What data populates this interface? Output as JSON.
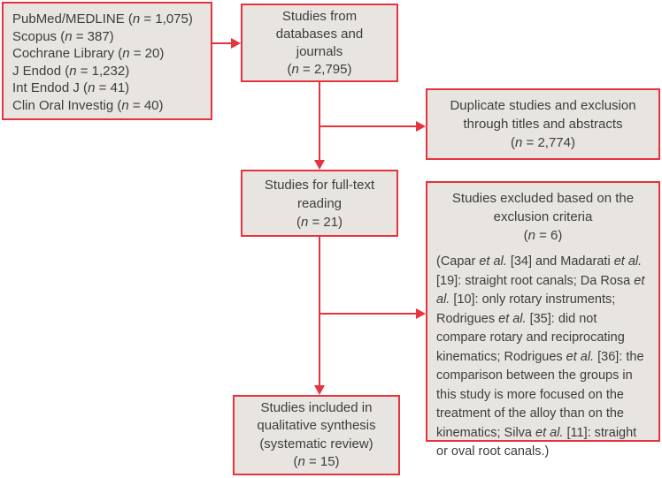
{
  "colors": {
    "accent": "#e5333f",
    "box_fill": "#e8e5e1",
    "text": "#3d3d3d",
    "background": "#ffffff"
  },
  "flowchart": {
    "sources": {
      "items": [
        {
          "pre": "PubMed/MEDLINE (",
          "n": "n",
          "post": " = 1,075)"
        },
        {
          "pre": "Scopus (",
          "n": "n",
          "post": " = 387)"
        },
        {
          "pre": "Cochrane Library (",
          "n": "n",
          "post": " = 20)"
        },
        {
          "pre": "J Endod (",
          "n": "n",
          "post": " = 1,232)"
        },
        {
          "pre": "Int Endod J (",
          "n": "n",
          "post": " = 41)"
        },
        {
          "pre": "Clin Oral Investig (",
          "n": "n",
          "post": " = 40)"
        }
      ]
    },
    "identified": {
      "line1": "Studies from",
      "line2": "databases and",
      "line3": "journals",
      "count": {
        "pre": "(",
        "n": "n",
        "post": " = 2,795)"
      }
    },
    "duplicates": {
      "line1": "Duplicate studies and exclusion",
      "line2": "through titles and abstracts",
      "count": {
        "pre": "(",
        "n": "n",
        "post": " = 2,774)"
      }
    },
    "fulltext": {
      "line1": "Studies for full-text",
      "line2": "reading",
      "count": {
        "pre": "(",
        "n": "n",
        "post": " = 21)"
      }
    },
    "excluded": {
      "line1": "Studies excluded based on the",
      "line2": "exclusion criteria",
      "count": {
        "pre": "(",
        "n": "n",
        "post": " = 6)"
      },
      "detail": [
        {
          "text": "(Capar ",
          "italic": false
        },
        {
          "text": "et al.",
          "italic": true
        },
        {
          "text": " [34] and Madarati ",
          "italic": false
        },
        {
          "text": "et al.",
          "italic": true
        },
        {
          "text": " [19]: straight root canals; Da Rosa ",
          "italic": false
        },
        {
          "text": "et al.",
          "italic": true
        },
        {
          "text": " [10]: only rotary instruments; Rodrigues ",
          "italic": false
        },
        {
          "text": "et al.",
          "italic": true
        },
        {
          "text": " [35]: did not compare rotary and reciprocating kinematics; Rodrigues ",
          "italic": false
        },
        {
          "text": "et al.",
          "italic": true
        },
        {
          "text": " [36]: the comparison between the groups in this study is more focused on the treatment of the alloy than on the kinematics; Silva ",
          "italic": false
        },
        {
          "text": "et al.",
          "italic": true
        },
        {
          "text": " [11]: straight or oval root canals.)",
          "italic": false
        }
      ]
    },
    "included": {
      "line1": "Studies included in",
      "line2": "qualitative synthesis",
      "line3": "(systematic review)",
      "count": {
        "pre": "(",
        "n": "n",
        "post": " = 15)"
      }
    }
  }
}
